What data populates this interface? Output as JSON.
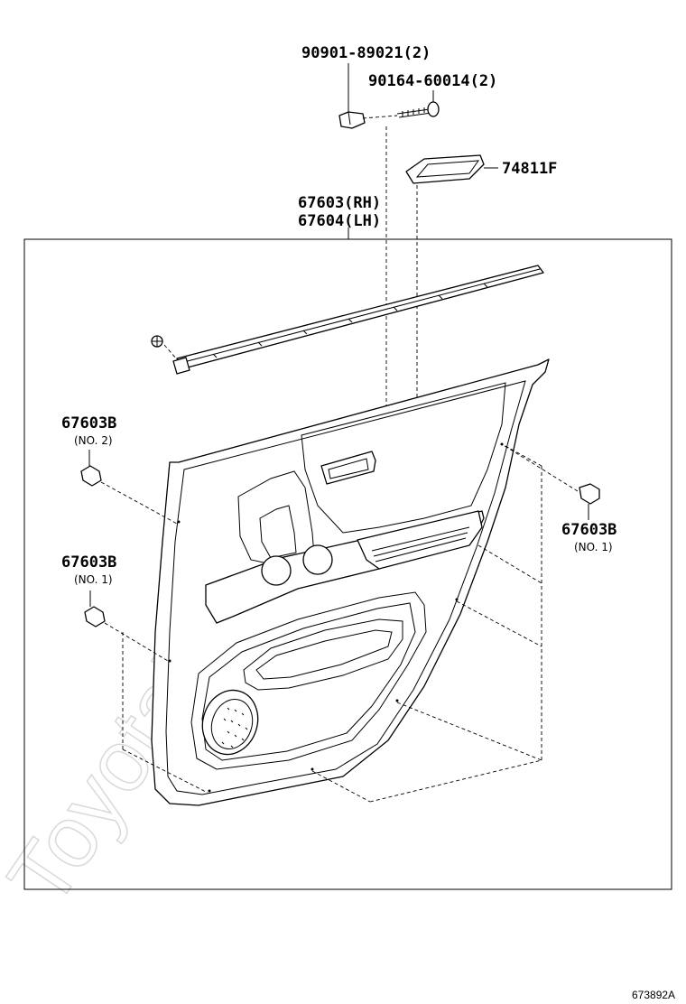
{
  "watermark": "ToyotaMine.ru",
  "figure_id": "673892A",
  "labels": {
    "bolt_clip": "90901-89021(2)",
    "screw": "90164-60014(2)",
    "handle_bezel": "74811F",
    "panel_rh": "67603(RH)",
    "panel_lh": "67604(LH)",
    "clip_left_no2": "67603B",
    "clip_left_no2_sub": "(NO. 2)",
    "clip_left_no1": "67603B",
    "clip_left_no1_sub": "(NO. 1)",
    "clip_right_no1": "67603B",
    "clip_right_no1_sub": "(NO. 1)"
  }
}
